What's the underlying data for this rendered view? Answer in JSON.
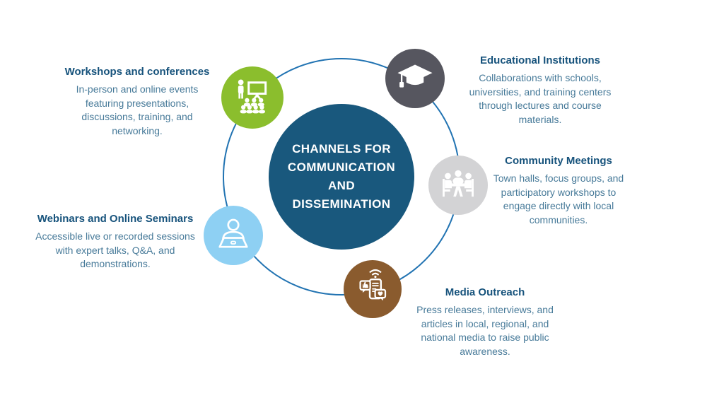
{
  "diagram": {
    "background": "#ffffff",
    "ring_color": "#2173b2",
    "center": {
      "title": "CHANNELS FOR COMMUNICATION AND DISSEMINATION",
      "title_lines": [
        "CHANNELS FOR",
        "COMMUNICATION",
        "AND",
        "DISSEMINATION"
      ],
      "color": "#19587d",
      "text_color": "#ffffff"
    },
    "text_colors": {
      "title": "#17537c",
      "body": "#477a99"
    },
    "channels": [
      {
        "id": "workshops",
        "title": "Workshops and conferences",
        "description": "In-person and online events featuring presentations, discussions, training, and networking.",
        "icon": "presentation-audience-icon",
        "color": "#8bbe2d",
        "position": "top-left"
      },
      {
        "id": "educational",
        "title": "Educational Institutions",
        "description": "Collaborations with schools, universities, and training centers through lectures and course materials.",
        "icon": "graduation-cap-icon",
        "color": "#56565f",
        "position": "top-right"
      },
      {
        "id": "community",
        "title": "Community Meetings",
        "description": "Town halls, focus groups, and participatory workshops to engage directly with local communities.",
        "icon": "meeting-table-icon",
        "color": "#d3d3d5",
        "position": "right"
      },
      {
        "id": "media",
        "title": "Media Outreach",
        "description": "Press releases, interviews, and articles in local, regional, and national media to raise public awareness.",
        "icon": "social-media-phone-icon",
        "color": "#8a5b2e",
        "position": "bottom"
      },
      {
        "id": "webinars",
        "title": "Webinars and Online Seminars",
        "description": "Accessible live or recorded sessions with expert talks, Q&A, and demonstrations.",
        "icon": "webinar-person-laptop-icon",
        "color": "#8ed0f3",
        "position": "left"
      }
    ]
  }
}
